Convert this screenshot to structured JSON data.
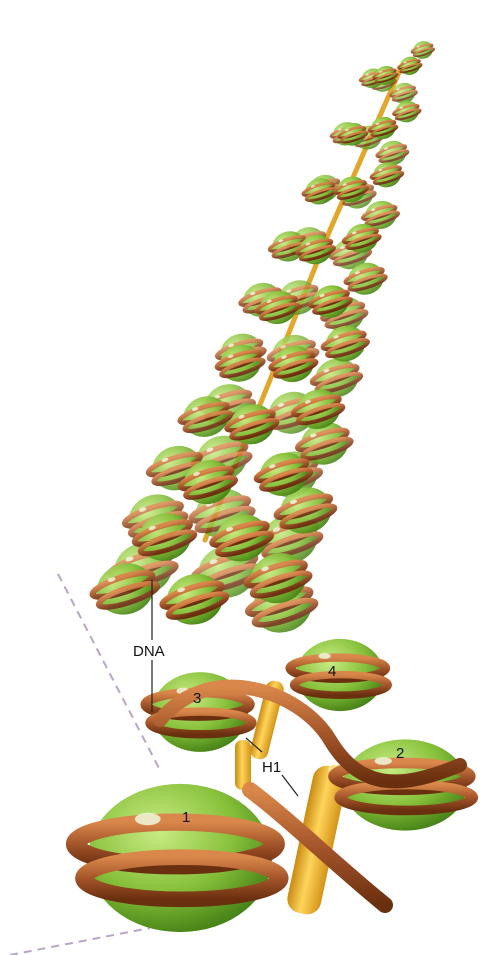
{
  "labels": {
    "dna": "DNA",
    "h1": "H1",
    "n1": "1",
    "n2": "2",
    "n3": "3",
    "n4": "4"
  },
  "colors": {
    "nucleosome_green": "#8cc63f",
    "nucleosome_dark": "#3e7a12",
    "dna_brown": "#b1602c",
    "dna_dark": "#6a2f0f",
    "h1_yellow": "#f0b92a",
    "dashed_line": "#b9a4c7"
  }
}
